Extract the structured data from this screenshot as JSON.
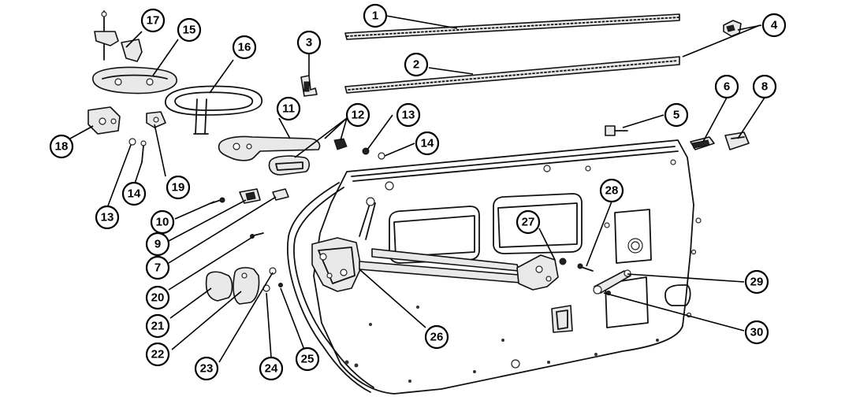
{
  "diagram": {
    "callouts": [
      "1",
      "2",
      "3",
      "4",
      "5",
      "6",
      "7",
      "8",
      "9",
      "10",
      "11",
      "12",
      "13",
      "13",
      "14",
      "14",
      "15",
      "16",
      "17",
      "18",
      "19",
      "20",
      "21",
      "22",
      "23",
      "24",
      "25",
      "26",
      "27",
      "28",
      "29",
      "30"
    ]
  }
}
